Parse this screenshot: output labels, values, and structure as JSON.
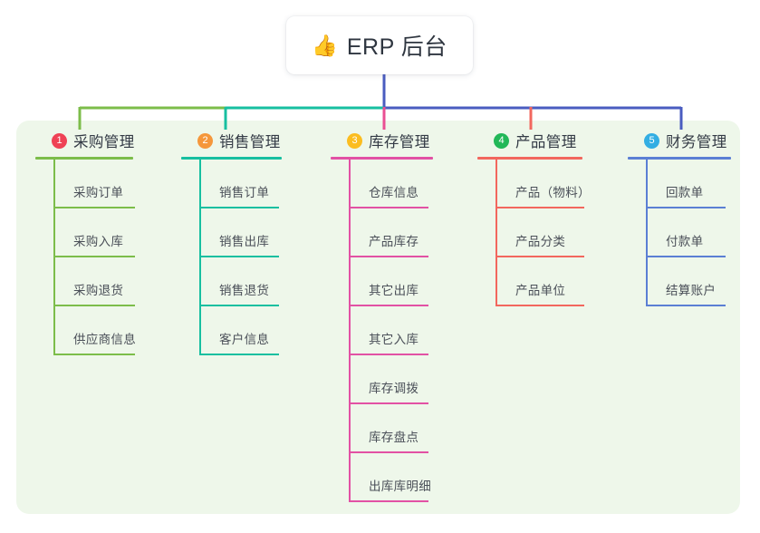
{
  "diagram": {
    "title": "ERP 后台",
    "root": {
      "icon": "thumbs-up-icon",
      "emoji": "👍",
      "label": "ERP 后台"
    },
    "panel_color": "#eef7ea",
    "stem_color": "#4a5cc0",
    "branches": [
      {
        "number": "1",
        "label": "采购管理",
        "badge_color": "#ef4255",
        "line_color": "#7cbd4a",
        "stub_color": "#7cbd4a",
        "items": [
          {
            "label": "采购订单"
          },
          {
            "label": "采购入库"
          },
          {
            "label": "采购退货"
          },
          {
            "label": "供应商信息"
          }
        ]
      },
      {
        "number": "2",
        "label": "销售管理",
        "badge_color": "#f5973b",
        "line_color": "#17bfa0",
        "stub_color": "#17bfa0",
        "items": [
          {
            "label": "销售订单"
          },
          {
            "label": "销售出库"
          },
          {
            "label": "销售退货"
          },
          {
            "label": "客户信息"
          }
        ]
      },
      {
        "number": "3",
        "label": "库存管理",
        "badge_color": "#fbbd20",
        "line_color": "#e251a4",
        "stub_color": "#ea4f93",
        "items": [
          {
            "label": "仓库信息"
          },
          {
            "label": "产品库存"
          },
          {
            "label": "其它出库"
          },
          {
            "label": "其它入库"
          },
          {
            "label": "库存调拨"
          },
          {
            "label": "库存盘点"
          },
          {
            "label": "出库库明细"
          }
        ]
      },
      {
        "number": "4",
        "label": "产品管理",
        "badge_color": "#22b858",
        "line_color": "#f2675e",
        "stub_color": "#f2675e",
        "items": [
          {
            "label": "产品（物料）"
          },
          {
            "label": "产品分类"
          },
          {
            "label": "产品单位"
          }
        ]
      },
      {
        "number": "5",
        "label": "财务管理",
        "badge_color": "#33aee3",
        "line_color": "#5b7fd4",
        "stub_color": "#4a5cc0",
        "items": [
          {
            "label": "回款单"
          },
          {
            "label": "付款单"
          },
          {
            "label": "结算账户"
          }
        ]
      }
    ]
  }
}
